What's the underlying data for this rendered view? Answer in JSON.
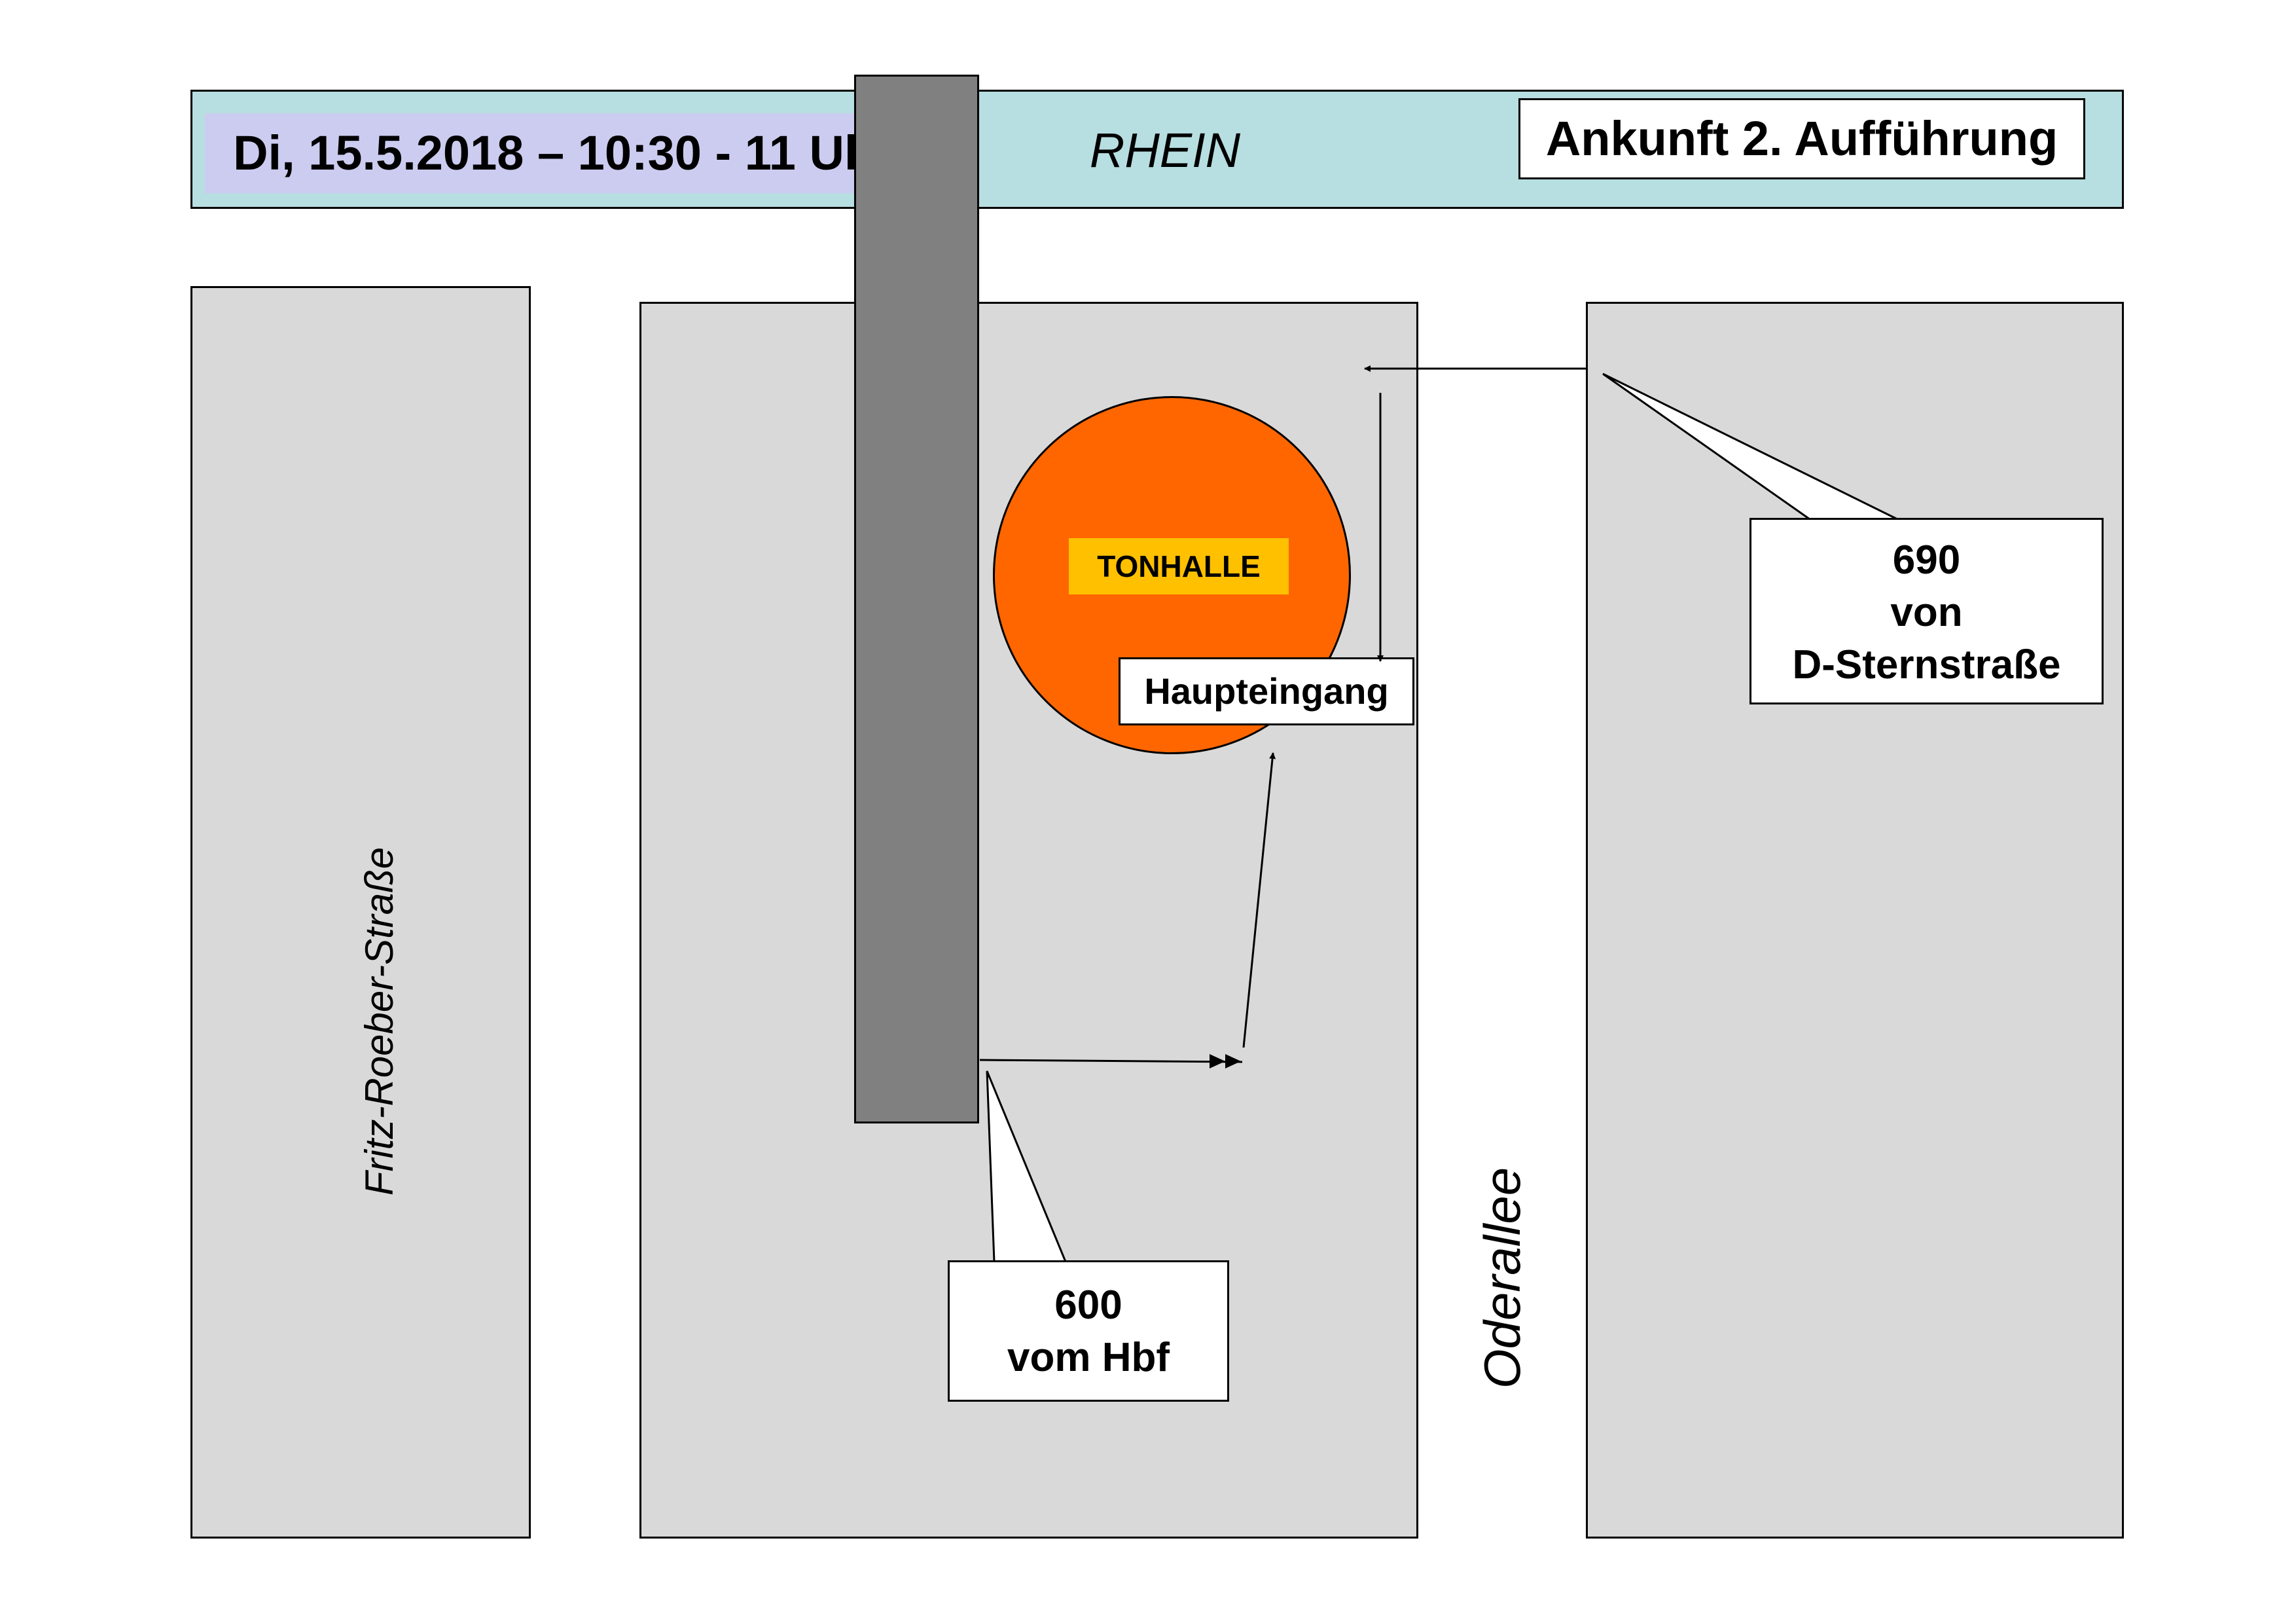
{
  "header": {
    "date_time": "Di, 15.5.2018 – 10:30 - 11 Uhr",
    "river": "RHEIN",
    "title": "Ankunft 2. Aufführung"
  },
  "venue": {
    "name": "TONHALLE",
    "entrance": "Haupteingang"
  },
  "streets": {
    "west": "Fritz-Roeber-Straße",
    "east": "Oderallee"
  },
  "routes": [
    {
      "line": "600",
      "from": "vom Hbf"
    },
    {
      "line": "690",
      "from_line1": "von",
      "from_line2": "D-Sternstraße"
    }
  ],
  "colors": {
    "river": "#b7dee0",
    "date_box": "#ccccf0",
    "block": "#d9d9d9",
    "bridge": "#808080",
    "tonhalle": "#ff6600",
    "tonhalle_label": "#ffc000"
  }
}
